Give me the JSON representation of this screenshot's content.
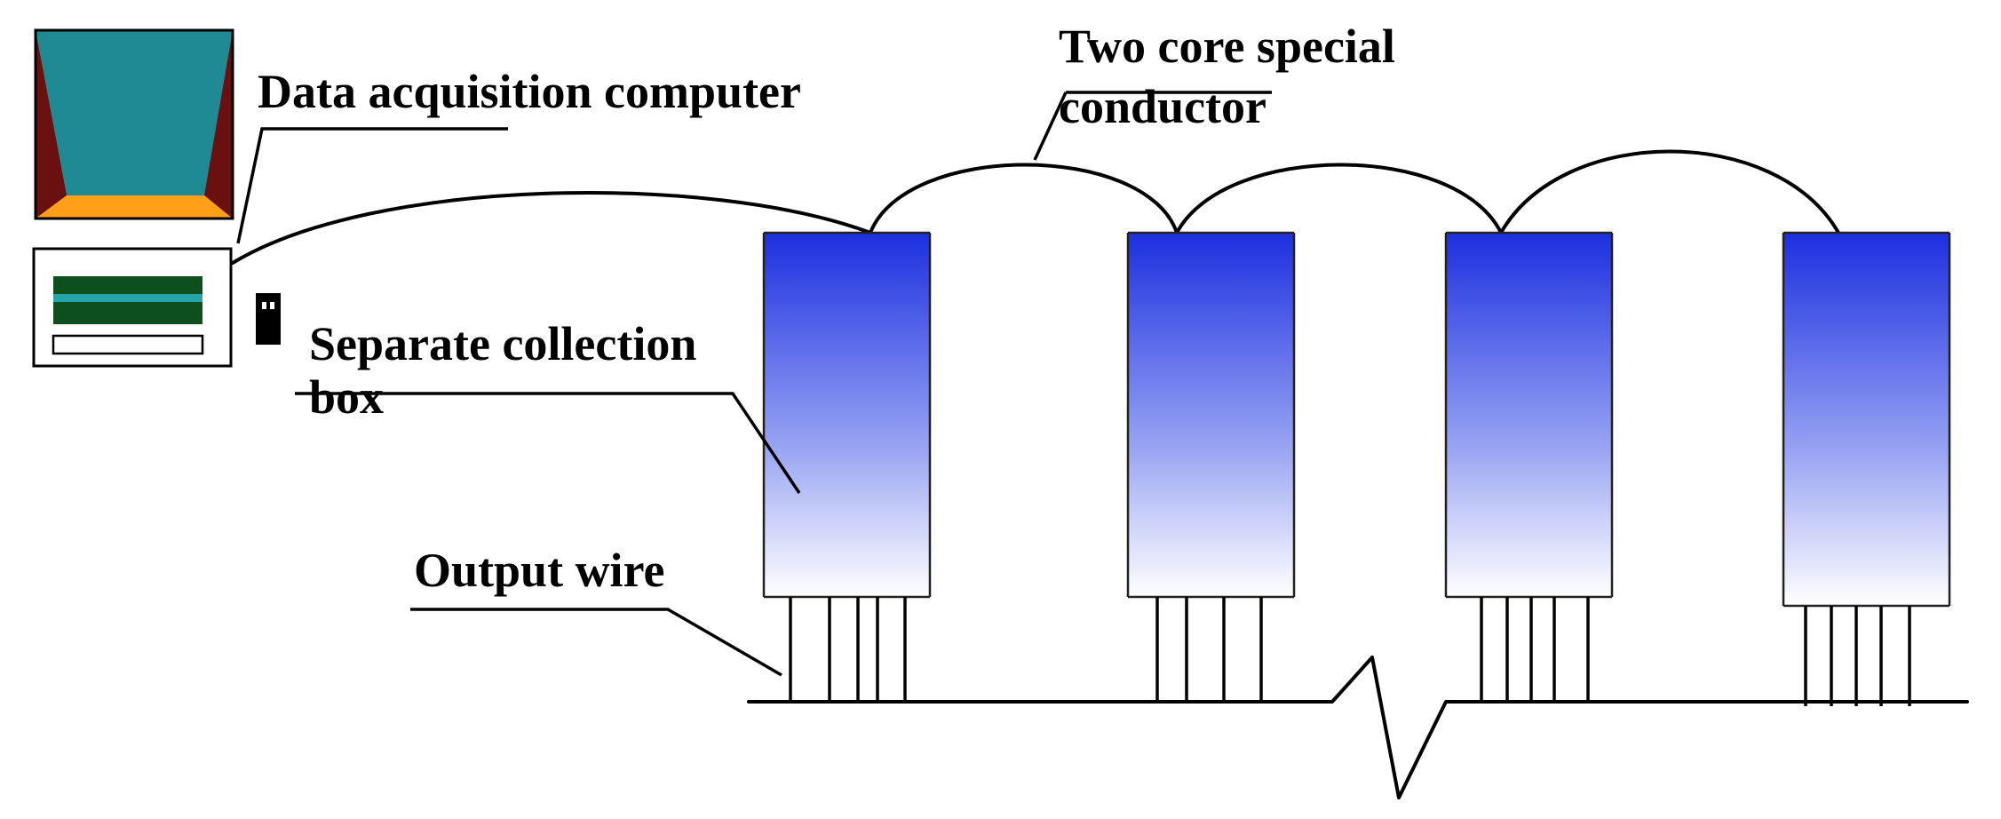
{
  "labels": {
    "computer": "Data acquisition computer",
    "conductor_line1": "Two core special",
    "conductor_line2": "conductor",
    "box_line1": "Separate collection",
    "box_line2": "box",
    "output": "Output wire"
  },
  "colors": {
    "monitor_screen": "#1f8a93",
    "monitor_side": "#6b1010",
    "monitor_base": "#ffa018",
    "drive_slot": "#0e4f1e",
    "drive_stripe": "#24a3a8",
    "box_top": "#1c2fe0",
    "box_bottom": "#ffffff",
    "line": "#000000"
  },
  "icons": [
    "computer-monitor-icon",
    "computer-case-icon",
    "connector-plug-icon"
  ],
  "collection_box_count": 4
}
